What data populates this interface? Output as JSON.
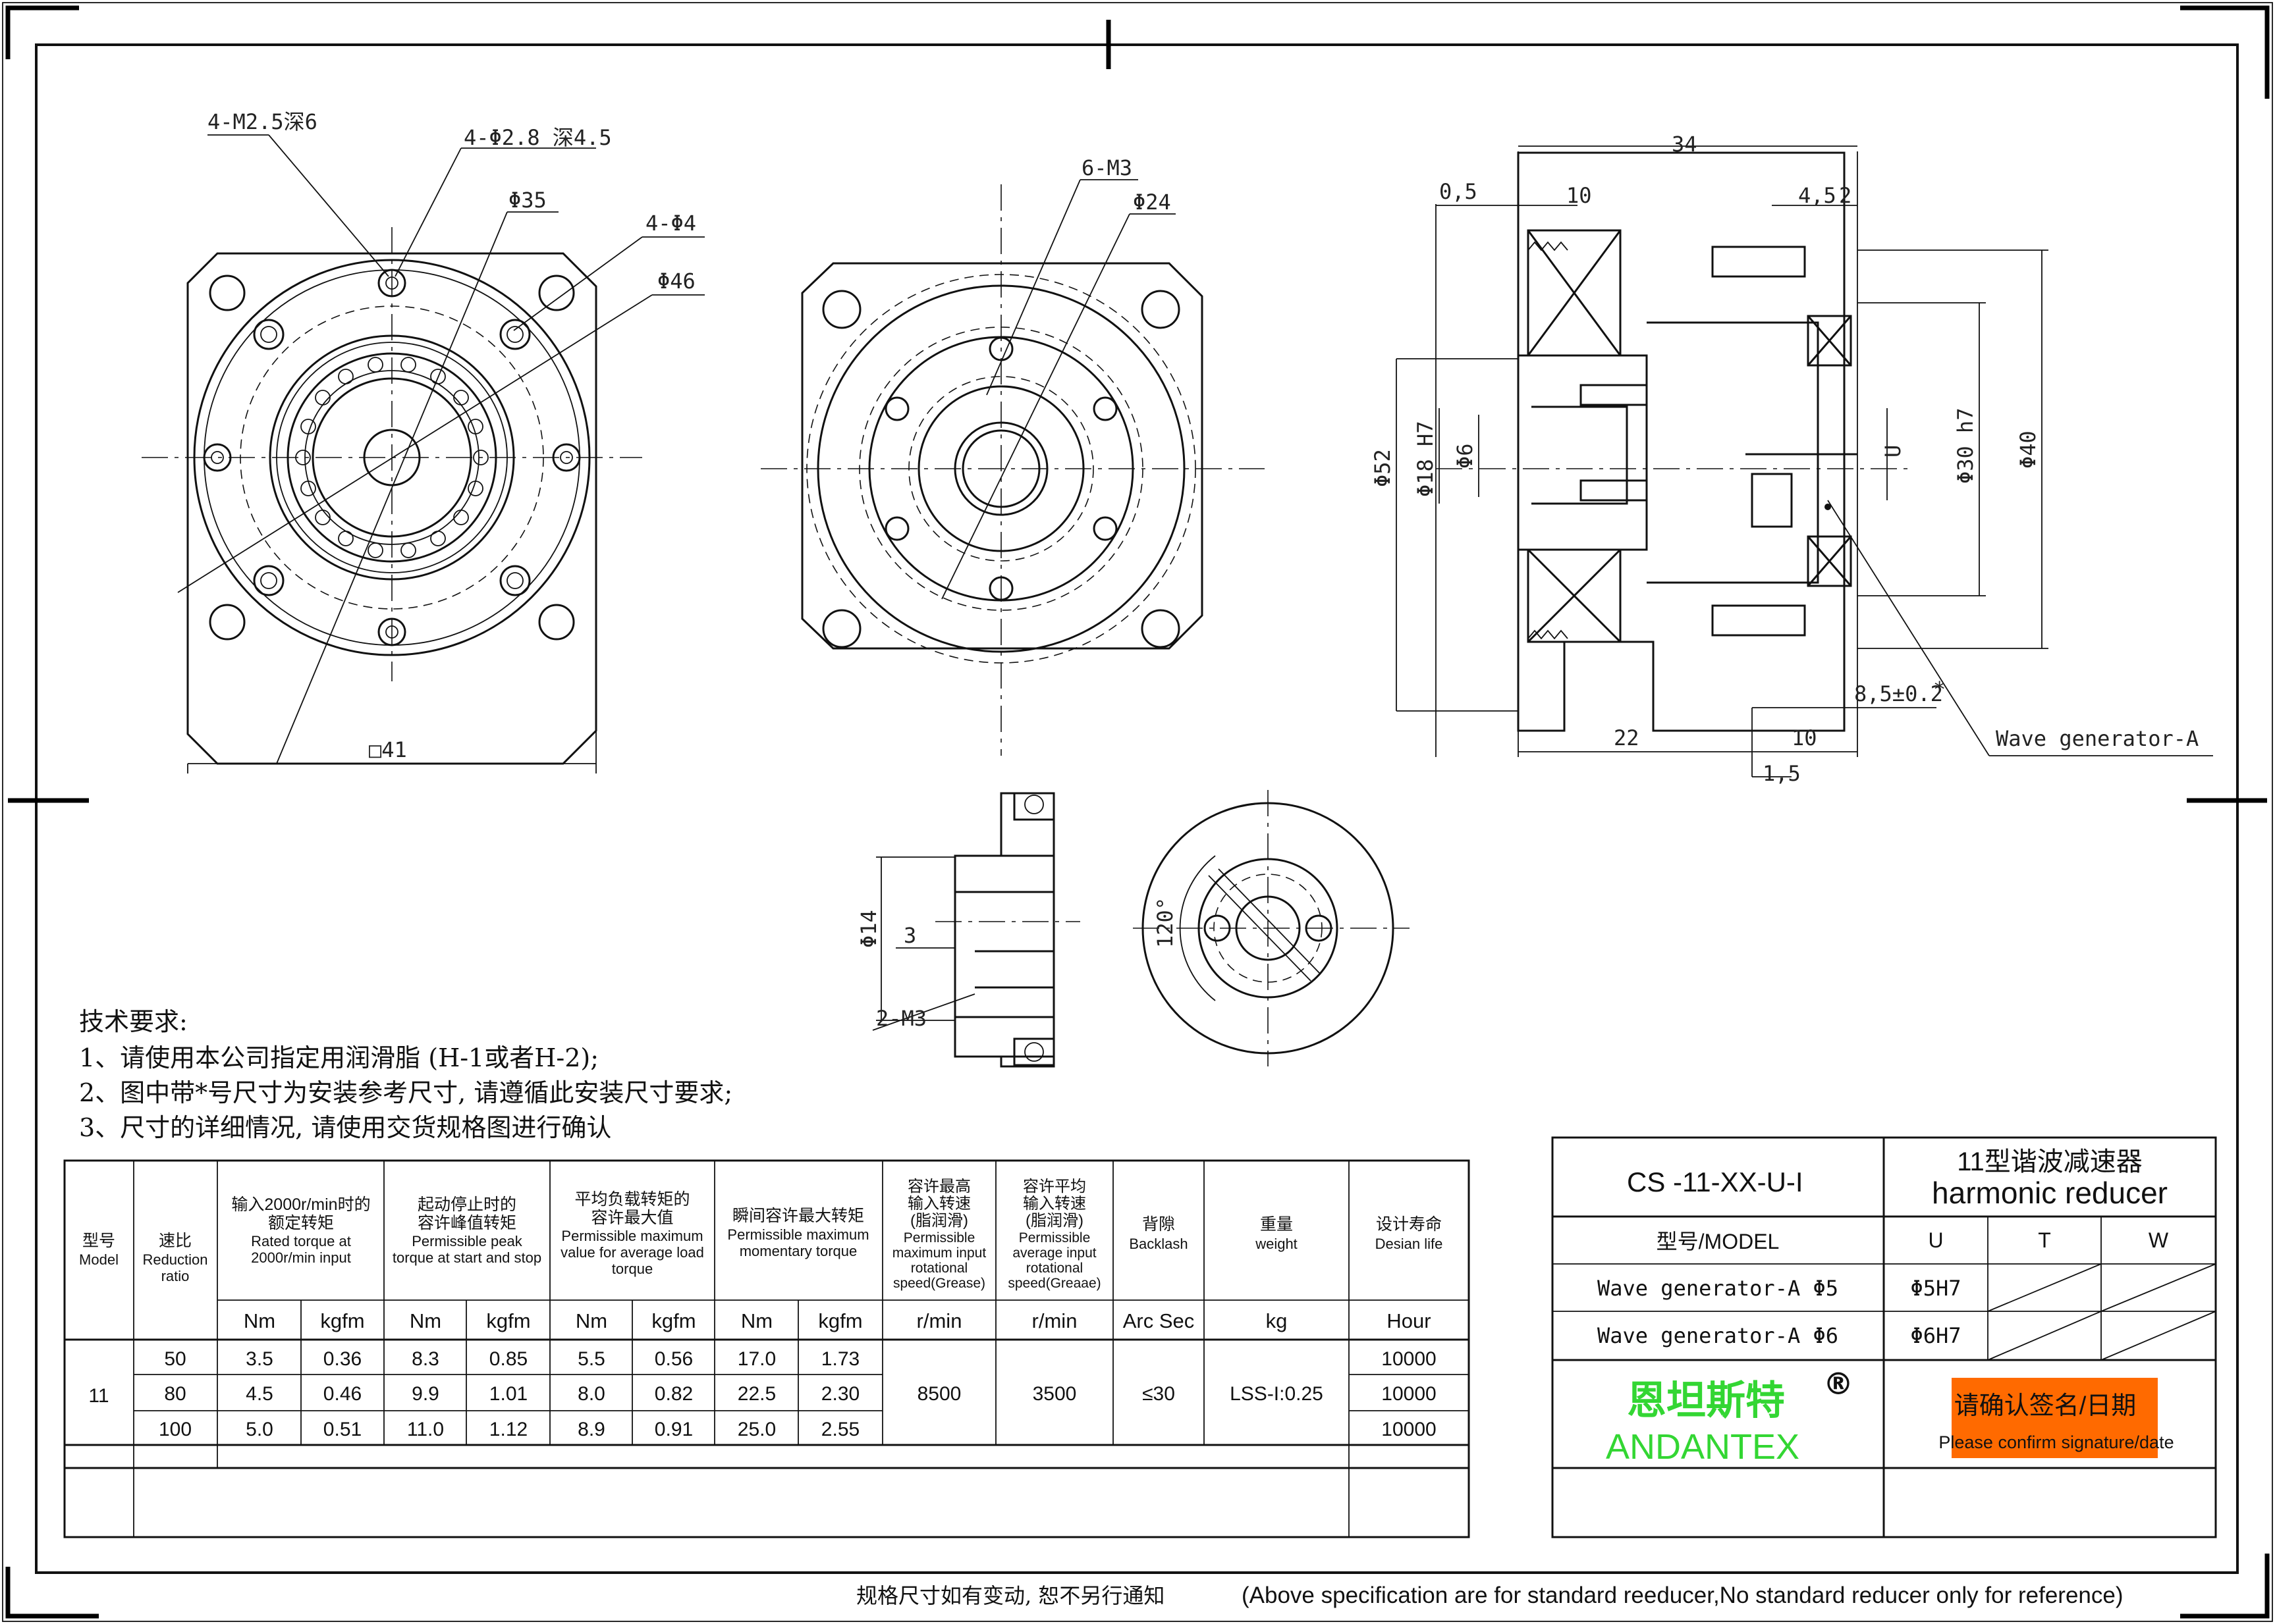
{
  "front_view_1": {
    "dim_tapped": "4-M2.5深6",
    "dim_holes_small": "4-Φ2.8 深4.5",
    "dim_dia_35": "Φ35",
    "dim_holes_4": "4-Φ4",
    "dim_dia_46": "Φ46",
    "dim_square": "□41"
  },
  "front_view_2": {
    "dim_threads": "6-M3",
    "dim_dia_24": "Φ24"
  },
  "side_view": {
    "dim_34": "34",
    "dim_0_5": "0,5",
    "dim_10_top": "10",
    "dim_4_5": "4,5",
    "dim_2": "2",
    "dim_52": "Φ52",
    "dim_18": "Φ18 H7",
    "dim_6": "Φ6",
    "dim_u": "U",
    "dim_30": "Φ30 h7",
    "dim_40": "Φ40",
    "dim_8_5": "8,5±0.2",
    "dim_star": "*",
    "dim_22": "22",
    "dim_10_bottom": "10",
    "dim_1_5": "1,5",
    "label_wave": "Wave generator-A"
  },
  "wave_gen_views": {
    "dim_14": "Φ14",
    "dim_3": "3",
    "dim_m3": "2-M3",
    "dim_angle": "120°"
  },
  "tech_notes": {
    "heading": "技术要求:",
    "line1": "1、请使用本公司指定用润滑脂 (H-1或者H-2);",
    "line2": "2、图中带*号尺寸为安装参考尺寸, 请遵循此安装尺寸要求;",
    "line3": "3、尺寸的详细情况, 请使用交货规格图进行确认"
  },
  "spec_table": {
    "h_model_cn": "型号",
    "h_model_en": "Model",
    "h_ratio_cn": "速比",
    "h_ratio_en1": "Reduction",
    "h_ratio_en2": "ratio",
    "h_rated_cn1": "输入2000r/min时的",
    "h_rated_cn2": "额定转矩",
    "h_rated_en1": "Rated torque at",
    "h_rated_en2": "2000r/min input",
    "h_peak_cn1": "起动停止时的",
    "h_peak_cn2": "容许峰值转矩",
    "h_peak_en1": "Permissible peak",
    "h_peak_en2": "torque at start and stop",
    "h_avg_cn1": "平均负载转矩的",
    "h_avg_cn2": "容许最大值",
    "h_avg_en1": "Permissible maximum",
    "h_avg_en2": "value for average load",
    "h_avg_en3": "torque",
    "h_mom_cn": "瞬间容许最大转矩",
    "h_mom_en1": "Permissible maximum",
    "h_mom_en2": "momentary torque",
    "h_maxspd_cn1": "容许最高",
    "h_maxspd_cn2": "输入转速",
    "h_maxspd_cn3": "(脂润滑)",
    "h_maxspd_en1": "Permissible",
    "h_maxspd_en2": "maximum input",
    "h_maxspd_en3": "rotational",
    "h_maxspd_en4": "speed(Grease)",
    "h_avgspd_cn1": "容许平均",
    "h_avgspd_cn2": "输入转速",
    "h_avgspd_cn3": "(脂润滑)",
    "h_avgspd_en1": "Permissible",
    "h_avgspd_en2": "average input",
    "h_avgspd_en3": "rotational",
    "h_avgspd_en4": "speed(Greaae)",
    "h_back_cn": "背隙",
    "h_back_en": "Backlash",
    "h_weight_cn": "重量",
    "h_weight_en": "weight",
    "h_life_cn": "设计寿命",
    "h_life_en": "Desian life",
    "units": [
      "Nm",
      "kgfm",
      "Nm",
      "kgfm",
      "Nm",
      "kgfm",
      "Nm",
      "kgfm",
      "r/min",
      "r/min",
      "Arc Sec",
      "kg",
      "Hour"
    ],
    "model": "11",
    "rows": [
      [
        "50",
        "3.5",
        "0.36",
        "8.3",
        "0.85",
        "5.5",
        "0.56",
        "17.0",
        "1.73",
        "10000"
      ],
      [
        "80",
        "4.5",
        "0.46",
        "9.9",
        "1.01",
        "8.0",
        "0.82",
        "22.5",
        "2.30",
        "10000"
      ],
      [
        "100",
        "5.0",
        "0.51",
        "11.0",
        "1.12",
        "8.9",
        "0.91",
        "25.0",
        "2.55",
        "10000"
      ]
    ],
    "max_speed": "8500",
    "avg_speed": "3500",
    "backlash": "≤30",
    "weight": "LSS-I:0.25"
  },
  "title_block": {
    "code": "CS  -11-XX-U-I",
    "name_cn": "11型谐波减速器",
    "name_en": "harmonic reducer",
    "model_label": "型号/MODEL",
    "col_u": "U",
    "col_t": "T",
    "col_w": "W",
    "row1_label": "Wave generator-A Φ5",
    "row1_u": "Φ5H7",
    "row2_label": "Wave generator-A Φ6",
    "row2_u": "Φ6H7",
    "brand_cn": "恩坦斯特",
    "brand_en": "ANDANTEX",
    "registered": "®",
    "confirm_cn": "请确认签名/日期",
    "confirm_en": "Please confirm signature/date",
    "confirm_color": "#ff6a00"
  },
  "footer": {
    "cn": "规格尺寸如有变动, 恕不另行通知",
    "en": "(Above specification are for standard reeducer,No standard reducer only for reference)"
  }
}
